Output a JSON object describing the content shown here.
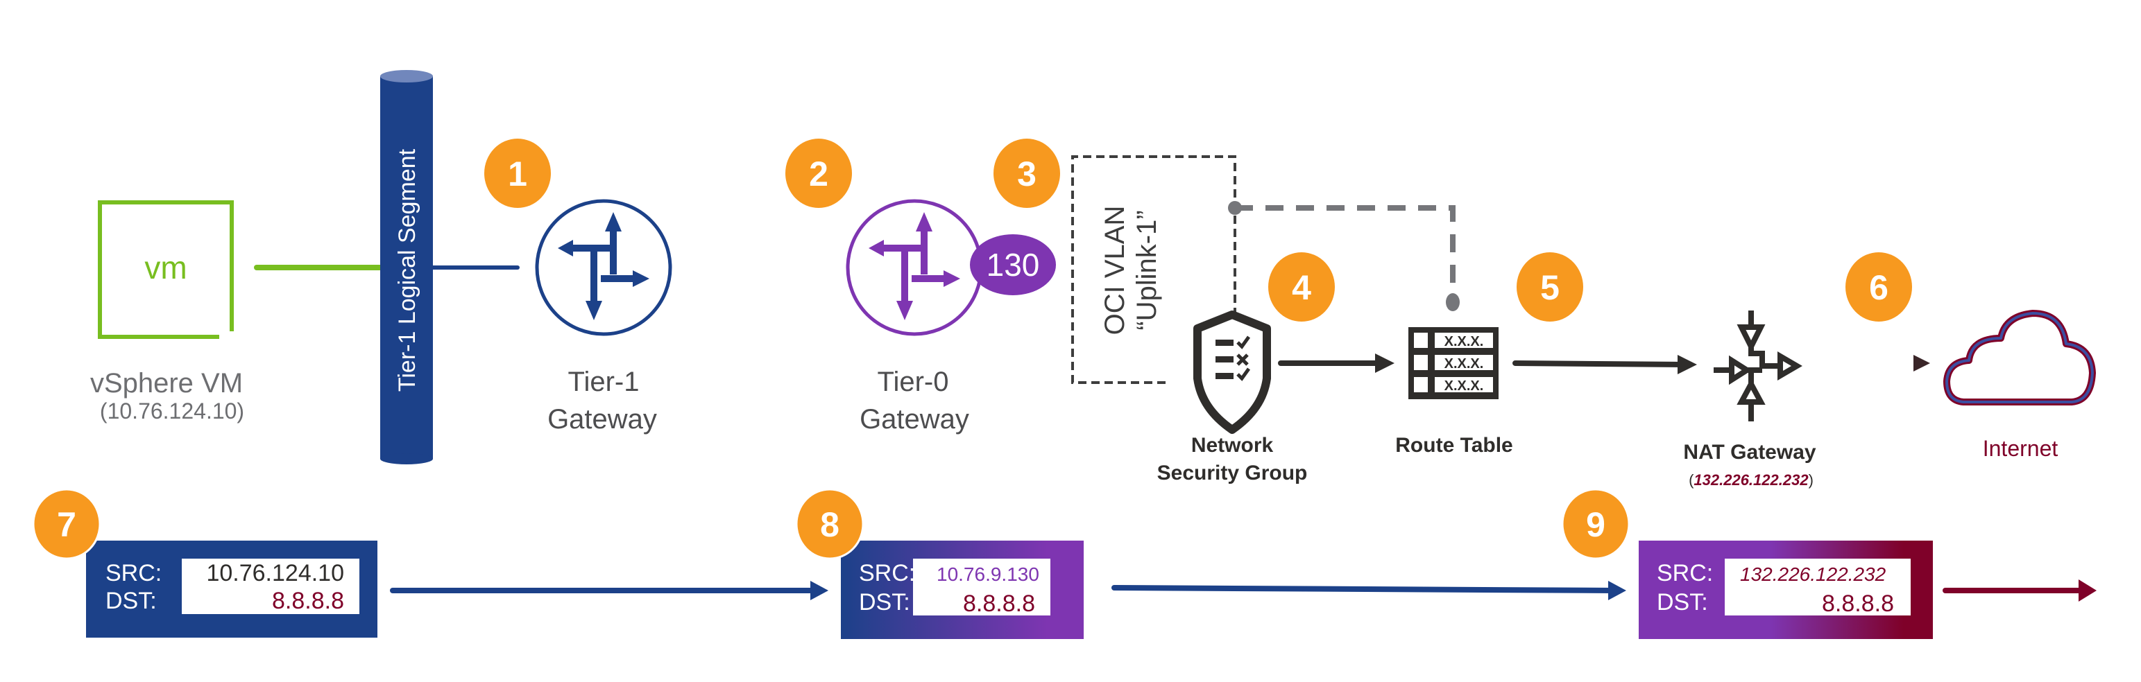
{
  "colors": {
    "badge": "#f7991f",
    "navy": "#1c4189",
    "purple": "#7e35b1",
    "burgundy": "#7f0129",
    "green": "#78be20",
    "dark": "#2f2d2b",
    "gray": "#75767a",
    "text_gray": "#6d6e71"
  },
  "vm": {
    "icon_text": "vm",
    "label": "vSphere VM",
    "ip": "(10.76.124.10)"
  },
  "segment": {
    "label": "Tier-1 Logical Segment"
  },
  "tier1": {
    "line1": "Tier-1",
    "line2": "Gateway"
  },
  "tier0": {
    "line1": "Tier-0",
    "line2": "Gateway",
    "interface": "130"
  },
  "vlan": {
    "line1": "OCI VLAN",
    "line2": "“Uplink-1”"
  },
  "nsg": {
    "line1": "Network",
    "line2": "Security Group"
  },
  "route_table": {
    "label": "Route Table",
    "entries": [
      "X.X.X.",
      "X.X.X.",
      "X.X.X."
    ]
  },
  "nat": {
    "label": "NAT Gateway",
    "ip_open": "(",
    "ip": "132.226.122.232",
    "ip_close": ")"
  },
  "internet": {
    "label": "Internet"
  },
  "badges": [
    "1",
    "2",
    "3",
    "4",
    "5",
    "6",
    "7",
    "8",
    "9"
  ],
  "packets": [
    {
      "step": "7",
      "src_label": "SRC:",
      "dst_label": "DST:",
      "src": "10.76.124.10",
      "dst": "8.8.8.8"
    },
    {
      "step": "8",
      "src_label": "SRC:",
      "dst_label": "DST:",
      "src": "10.76.9.130",
      "dst": "8.8.8.8"
    },
    {
      "step": "9",
      "src_label": "SRC:",
      "dst_label": "DST:",
      "src": "132.226.122.232",
      "dst": "8.8.8.8"
    }
  ]
}
